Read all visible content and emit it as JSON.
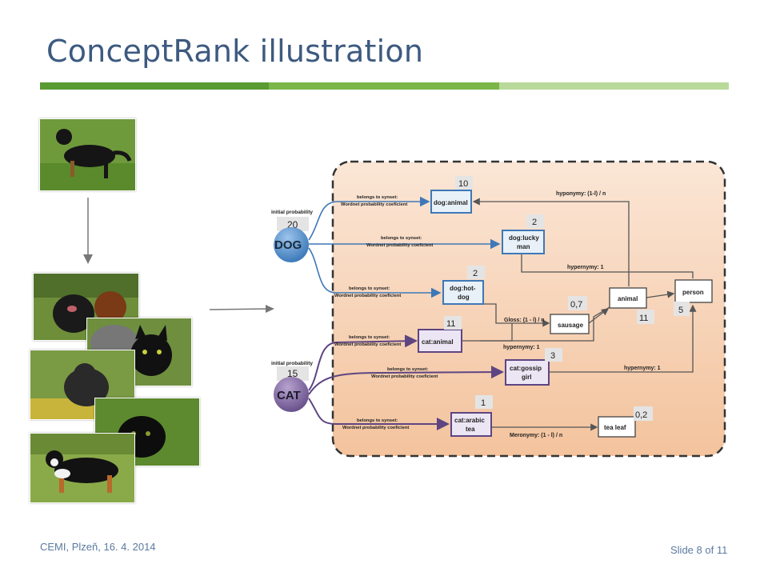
{
  "slide": {
    "title": "ConceptRank illustration",
    "footer_left": "CEMI, Plzeň, 16. 4. 2014",
    "footer_right": "Slide 8 of 11"
  },
  "colors": {
    "title": "#3d5a80",
    "bar_dark": "#5a9a32",
    "bar_mid": "#7ab648",
    "bar_light": "#b9d99a",
    "panel_fill": "#f4c9a8",
    "dog_blue": "#4a86c5",
    "cat_purple": "#6b4a8a"
  },
  "photos": [
    {
      "name": "photo-dog-black-tan",
      "icon": "dog-photo"
    },
    {
      "name": "photo-two-dogs",
      "icon": "dog-photo"
    },
    {
      "name": "photo-black-cat",
      "icon": "cat-photo"
    },
    {
      "name": "photo-small-dog",
      "icon": "dog-photo"
    },
    {
      "name": "photo-black-panther",
      "icon": "cat-photo"
    },
    {
      "name": "photo-bernese-dog",
      "icon": "dog-photo"
    }
  ],
  "diagram": {
    "dog": {
      "label": "DOG",
      "initial_label": "initial probability",
      "initial_value": "20"
    },
    "cat": {
      "label": "CAT",
      "initial_label": "initial probability",
      "initial_value": "15"
    },
    "nodes": {
      "dog_animal": {
        "line1": "dog:animal",
        "value": "10"
      },
      "dog_lucky": {
        "line1": "dog:lucky",
        "line2": "man",
        "value": "2"
      },
      "dog_hot": {
        "line1": "dog:hot-",
        "line2": "dog",
        "value": "2"
      },
      "cat_animal": {
        "line1": "cat:animal",
        "value": "11"
      },
      "cat_gossip": {
        "line1": "cat:gossip",
        "line2": "girl",
        "value": "3"
      },
      "cat_arabic": {
        "line1": "cat:arabic",
        "line2": "tea",
        "value": "1"
      },
      "sausage": {
        "line1": "sausage",
        "value": "0,7"
      },
      "animal": {
        "line1": "animal",
        "value": "11"
      },
      "person": {
        "line1": "person",
        "value": "5"
      },
      "tea_leaf": {
        "line1": "tea leaf",
        "value": "0,2"
      }
    },
    "edge_label_line1": "belongs to synset:",
    "edge_label_line2": "Wordnet probability coeficient",
    "relations": {
      "hyponymy": "hyponymy: (1-l) / n",
      "hypernymy": "hypernymy: 1",
      "gloss": "Gloss: (1 - l) / n",
      "meronymy": "Meronymy: (1 - l) / n"
    }
  }
}
